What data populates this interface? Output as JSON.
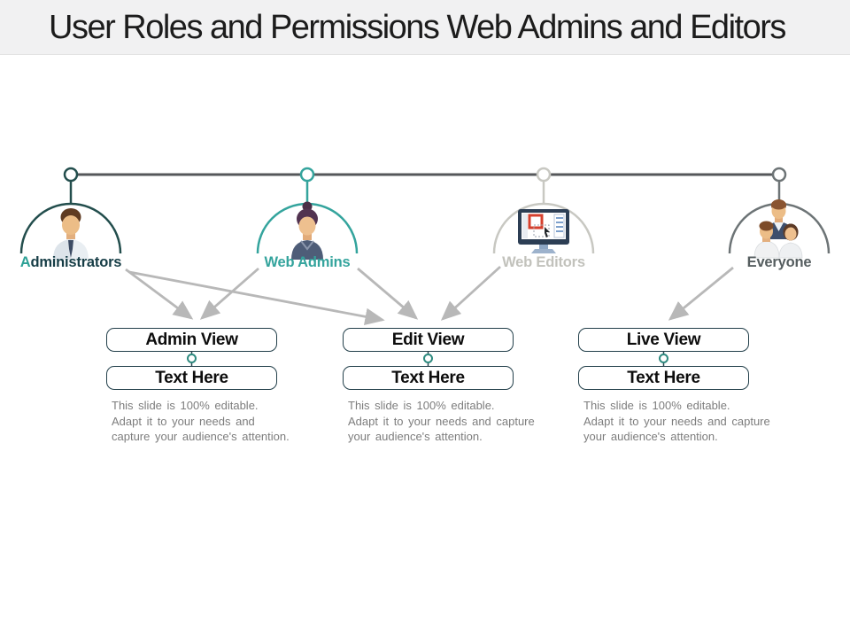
{
  "title": "User Roles and Permissions Web Admins and Editors",
  "colors": {
    "administrators": "#234e4d",
    "administrators_label": "#163d46",
    "administrators_first_letter": "#2da196",
    "web_admins": "#34a49d",
    "web_editors": "#c8c8c2",
    "everyone": "#6d7476",
    "timeline": "#55575a",
    "arrow": "#b8b8b8",
    "box_border": "#223f4a",
    "connector_circle": "#2e8a7f",
    "header_background": "#f1f1f2"
  },
  "roles": [
    {
      "name": "Administrators",
      "icon": "admin-person-icon"
    },
    {
      "name": "Web Admins",
      "icon": "web-admin-person-icon"
    },
    {
      "name": "Web Editors",
      "icon": "monitor-design-icon"
    },
    {
      "name": "Everyone",
      "icon": "people-group-icon"
    }
  ],
  "connections": [
    {
      "from": "Administrators",
      "to": "Admin View"
    },
    {
      "from": "Administrators",
      "to": "Edit View"
    },
    {
      "from": "Web Admins",
      "to": "Admin View"
    },
    {
      "from": "Web Admins",
      "to": "Edit View"
    },
    {
      "from": "Web Editors",
      "to": "Edit View"
    },
    {
      "from": "Everyone",
      "to": "Live View"
    }
  ],
  "cards": [
    {
      "view_label": "Admin View",
      "text_label": "Text Here",
      "desc_lines": [
        "This slide is 100% editable.",
        "Adapt it to your needs and",
        "capture your audience's attention."
      ]
    },
    {
      "view_label": "Edit View",
      "text_label": "Text Here",
      "desc_lines": [
        "This slide is 100% editable.",
        "Adapt it to your needs and capture",
        "your audience's attention."
      ]
    },
    {
      "view_label": "Live View",
      "text_label": "Text Here",
      "desc_lines": [
        "This slide is 100% editable.",
        "Adapt it to your needs and capture",
        "your audience's attention."
      ]
    }
  ]
}
